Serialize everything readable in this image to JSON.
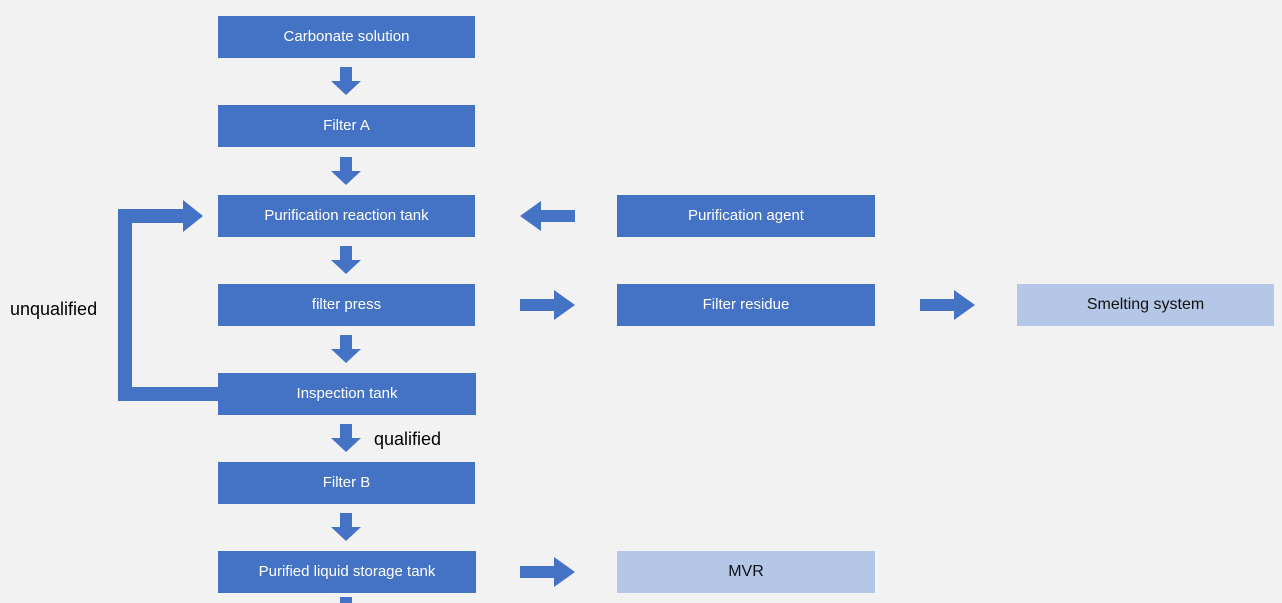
{
  "colors": {
    "background": "#f2f2f2",
    "box_fill": "#4472c4",
    "box_text": "#ffffff",
    "light_box_fill": "#b4c7e7",
    "light_box_text": "#111111",
    "arrow": "#4472c4",
    "label_text": "#000000"
  },
  "nodes": {
    "carbonate_solution": "Carbonate solution",
    "filter_a": "Filter A",
    "purification_reaction_tank": "Purification reaction tank",
    "purification_agent": "Purification agent",
    "filter_press": "filter press",
    "filter_residue": "Filter residue",
    "smelting_system": "Smelting system",
    "inspection_tank": "Inspection tank",
    "filter_b": "Filter B",
    "purified_liquid_storage_tank": "Purified liquid storage tank",
    "mvr": "MVR"
  },
  "labels": {
    "unqualified": "unqualified",
    "qualified": "qualified"
  },
  "edges": [
    {
      "from": "Carbonate solution",
      "to": "Filter A"
    },
    {
      "from": "Filter A",
      "to": "Purification reaction tank"
    },
    {
      "from": "Purification agent",
      "to": "Purification reaction tank"
    },
    {
      "from": "Purification reaction tank",
      "to": "filter press"
    },
    {
      "from": "filter press",
      "to": "Filter residue"
    },
    {
      "from": "Filter residue",
      "to": "Smelting system"
    },
    {
      "from": "filter press",
      "to": "Inspection tank"
    },
    {
      "from": "Inspection tank",
      "to": "Purification reaction tank",
      "label": "unqualified"
    },
    {
      "from": "Inspection tank",
      "to": "Filter B",
      "label": "qualified"
    },
    {
      "from": "Filter B",
      "to": "Purified liquid storage tank"
    },
    {
      "from": "Purified liquid storage tank",
      "to": "MVR"
    }
  ]
}
